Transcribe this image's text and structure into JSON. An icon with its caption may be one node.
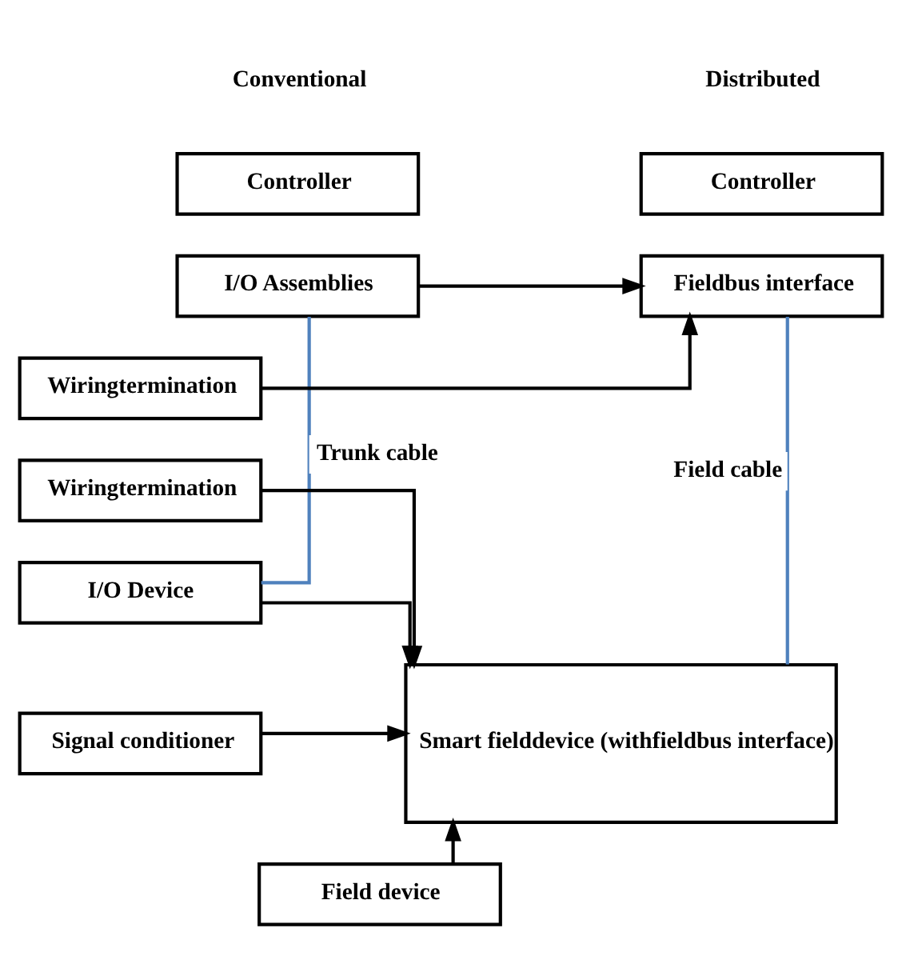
{
  "diagram": {
    "nodes": [
      {
        "text": [
          "Controller"
        ]
      },
      {
        "text": [
          "I/O Assemblies"
        ]
      },
      {
        "text": [
          "Wiringtermination"
        ]
      },
      {
        "text": [
          "Wiringtermination"
        ]
      },
      {
        "text": [
          "I/O Device"
        ]
      },
      {
        "text": [
          "Signal conditioner"
        ]
      },
      {
        "text": [
          "Field device"
        ]
      },
      {
        "text": [
          "Controller"
        ]
      },
      {
        "text": [
          "Fieldbus interface"
        ]
      },
      {
        "text": [
          "Smart fielddevice (withfieldbus interface)"
        ]
      }
    ],
    "edges": [
      {
        "from": 1,
        "to": 8,
        "arrow": "to"
      },
      {
        "from": 2,
        "to": 8,
        "arrow": "to"
      },
      {
        "from": 1,
        "to": 4,
        "arrow": "none",
        "label": "Trunk cable",
        "color": "#4f81bd"
      },
      {
        "from": 8,
        "to": 9,
        "arrow": "none",
        "label": "Field cable",
        "color": "#4f81bd"
      },
      {
        "from": 3,
        "to": 9,
        "arrow": "to"
      },
      {
        "from": 4,
        "to": 9,
        "arrow": "to"
      },
      {
        "from": 5,
        "to": 9,
        "arrow": "to"
      },
      {
        "from": 6,
        "to": 9,
        "arrow": "to"
      }
    ],
    "labels": [
      "Conventional",
      "Distributed"
    ]
  }
}
